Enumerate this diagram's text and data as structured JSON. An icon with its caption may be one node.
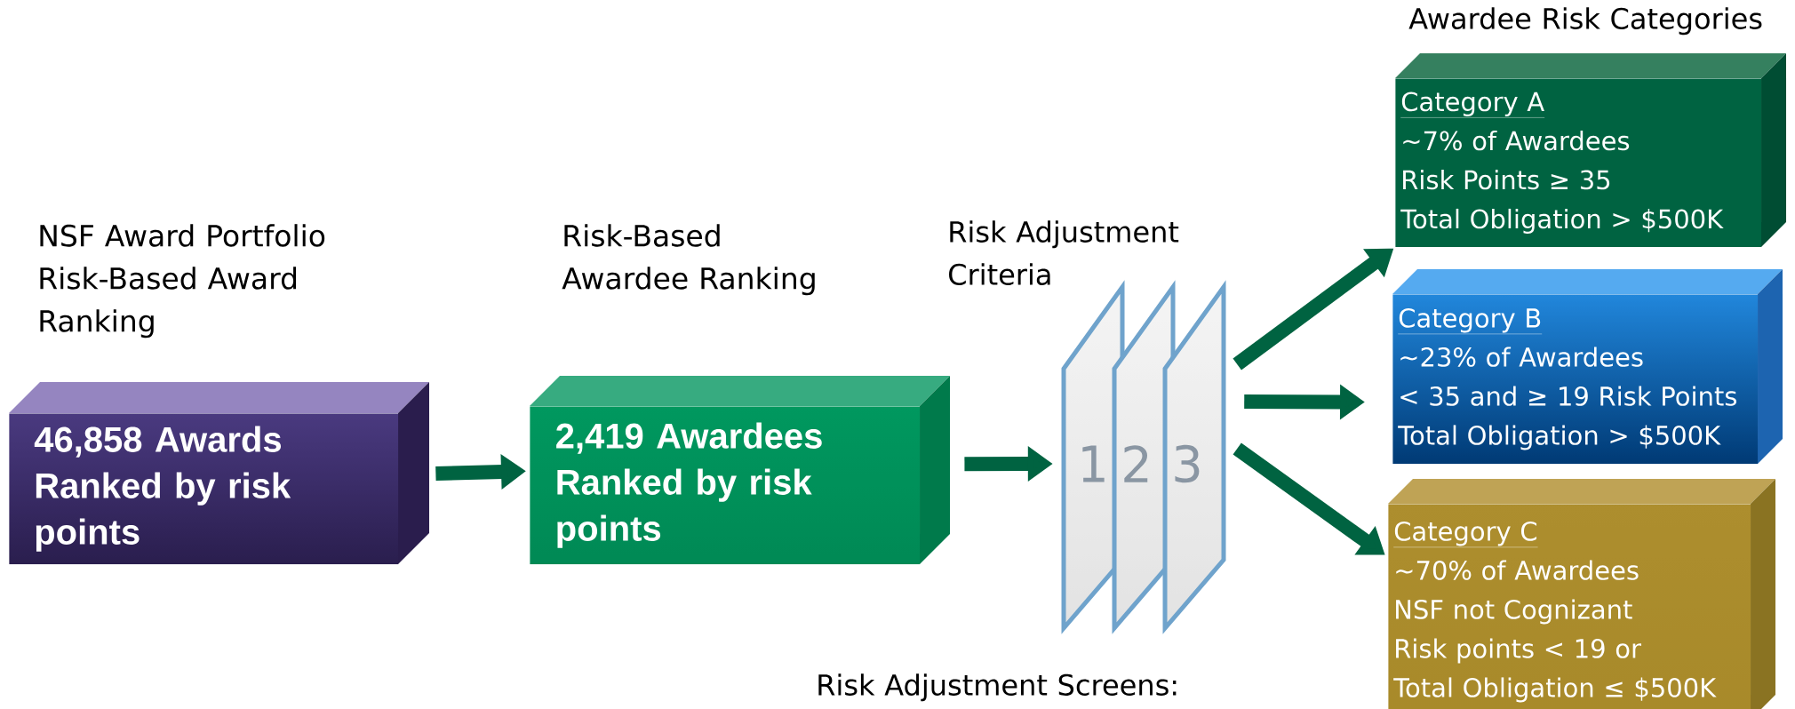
{
  "diagram": {
    "nodes": [
      {
        "text": [
          "46,858 Awards Ranked by risk points"
        ],
        "beside": [
          "NSF Award Portfolio Risk-Based Award Ranking"
        ]
      },
      {
        "text": [
          "2,419 Awardees Ranked by risk points"
        ],
        "beside": [
          "Risk-Based Awardee Ranking"
        ]
      },
      {
        "text": [
          "1"
        ]
      },
      {
        "text": [
          "2"
        ]
      },
      {
        "text": [
          "3"
        ]
      },
      {
        "text": [
          "Category A",
          "~7% of Awardees",
          "Risk Points ≥ 35",
          "Total Obligation > $500K"
        ]
      },
      {
        "text": [
          "Category B",
          "~23% of Awardees",
          "< 35 and ≥ 19 Risk Points",
          "Total Obligation > $500K"
        ]
      },
      {
        "text": [
          "Category C",
          "~70% of Awardees",
          "NSF not Cognizant",
          "Risk points < 19 or",
          "Total Obligation ≤ $500K"
        ]
      }
    ],
    "edges": [
      {
        "from": 0,
        "to": 1,
        "arrow": "to"
      },
      {
        "from": 1,
        "to": 2,
        "arrow": "to"
      },
      {
        "from": 4,
        "to": 5,
        "arrow": "to"
      },
      {
        "from": 4,
        "to": 6,
        "arrow": "to"
      },
      {
        "from": 4,
        "to": 7,
        "arrow": "to"
      }
    ],
    "labels": [
      "Awardee Risk Categories",
      "Risk Adjustment Criteria",
      "Risk Adjustment Screens:"
    ]
  }
}
